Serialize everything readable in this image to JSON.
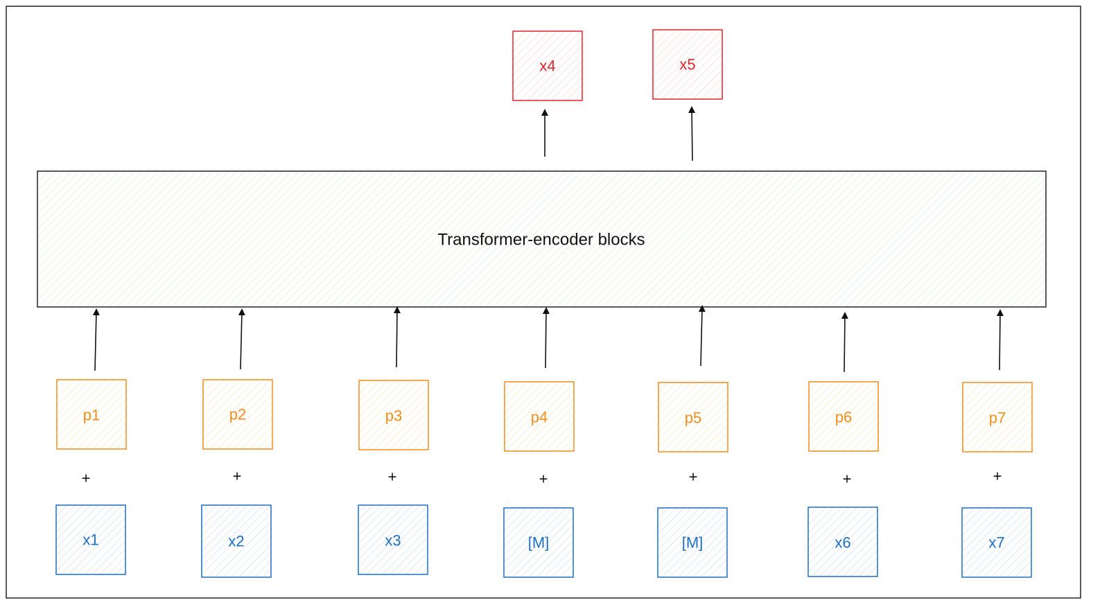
{
  "colors": {
    "output": "#e0242b",
    "position": "#f28c1c",
    "token": "#1f6fc1",
    "encoder_hatch": "#9ad49a",
    "frame": "#222222",
    "arrow": "#111111"
  },
  "encoder": {
    "label": "Transformer-encoder blocks"
  },
  "outputs": [
    {
      "label": "x4"
    },
    {
      "label": "x5"
    }
  ],
  "columns": [
    {
      "position": "p1",
      "plus": "+",
      "token": "x1"
    },
    {
      "position": "p2",
      "plus": "+",
      "token": "x2"
    },
    {
      "position": "p3",
      "plus": "+",
      "token": "x3"
    },
    {
      "position": "p4",
      "plus": "+",
      "token": "[M]"
    },
    {
      "position": "p5",
      "plus": "+",
      "token": "[M]"
    },
    {
      "position": "p6",
      "plus": "+",
      "token": "x6"
    },
    {
      "position": "p7",
      "plus": "+",
      "token": "x7"
    }
  ]
}
